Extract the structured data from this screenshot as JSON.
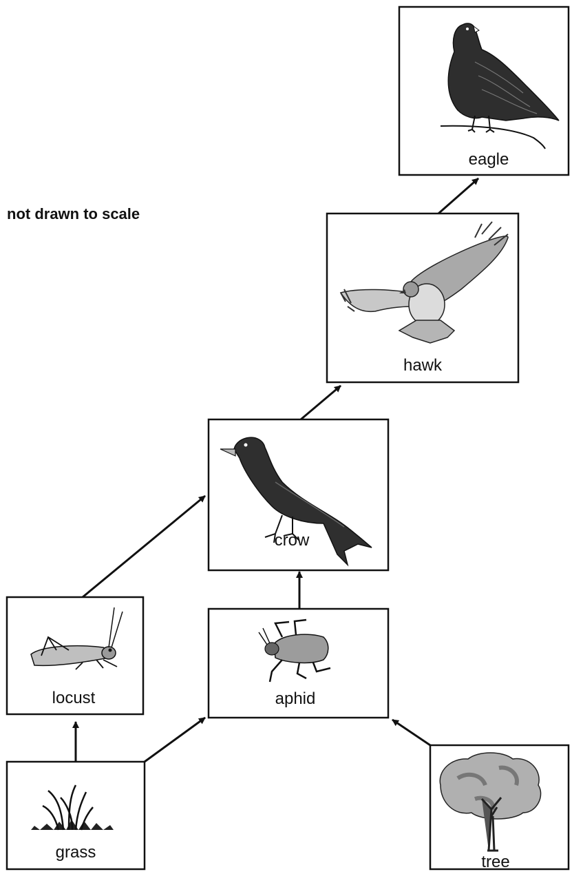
{
  "note": "not drawn to scale",
  "organisms": {
    "eagle": "eagle",
    "hawk": "hawk",
    "crow": "crow",
    "locust": "locust",
    "aphid": "aphid",
    "grass": "grass",
    "tree": "tree"
  },
  "food_chain_links": [
    [
      "grass",
      "locust"
    ],
    [
      "grass",
      "aphid"
    ],
    [
      "tree",
      "aphid"
    ],
    [
      "locust",
      "crow"
    ],
    [
      "aphid",
      "crow"
    ],
    [
      "crow",
      "hawk"
    ],
    [
      "hawk",
      "eagle"
    ]
  ],
  "colors": {
    "ink": "#111111",
    "fill_dark": "#3a3a3a",
    "fill_mid": "#8a8a8a",
    "fill_light": "#c8c8c8"
  }
}
